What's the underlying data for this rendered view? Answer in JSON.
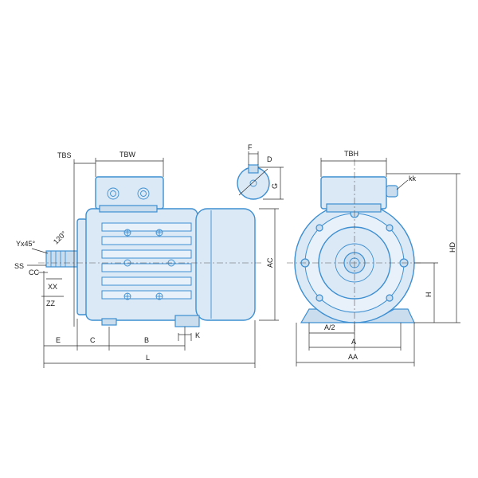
{
  "colors": {
    "outline": "#3d8fd1",
    "fill": "#dbe9f6",
    "dimension": "#2a2a2a"
  },
  "labels": {
    "tbs": "TBS",
    "tbw": "TBW",
    "f": "F",
    "d": "D",
    "g": "G",
    "tbh": "TBH",
    "kk": "kk",
    "yx45": "Yx45°",
    "angle120": "120°",
    "ss": "SS",
    "cc": "CC",
    "xx": "XX",
    "zz": "ZZ",
    "e": "E",
    "c": "C",
    "b": "B",
    "k": "K",
    "l": "L",
    "ac": "AC",
    "hd": "HD",
    "h": "H",
    "a2": "A/2",
    "a": "A",
    "aa": "AA"
  }
}
